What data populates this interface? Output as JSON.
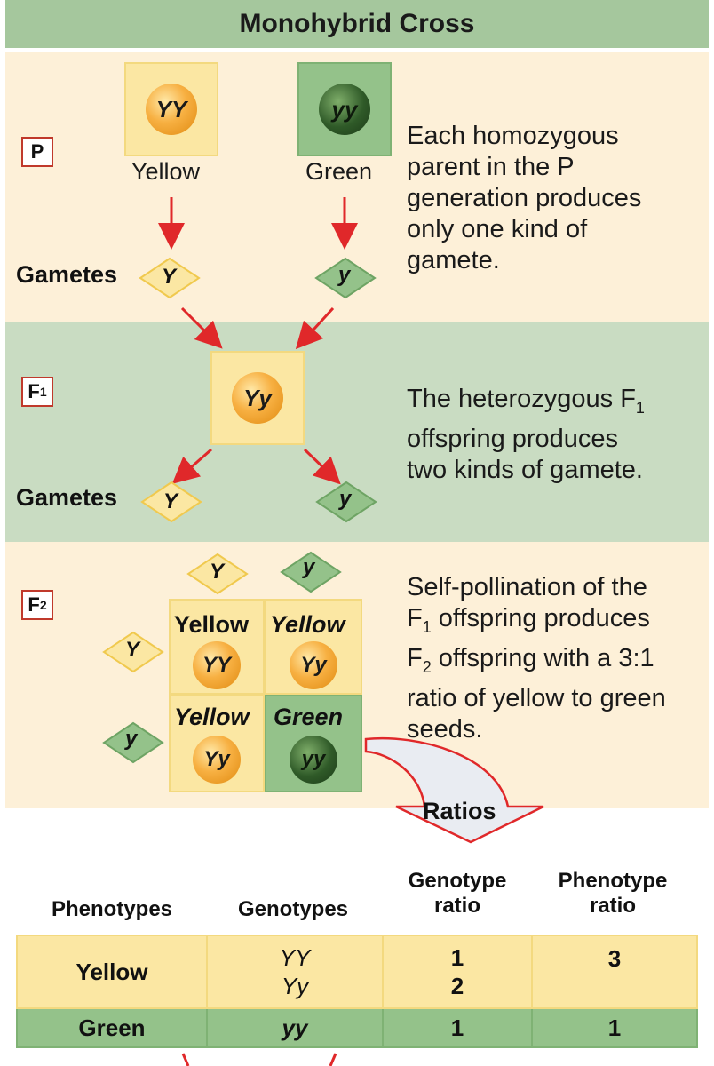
{
  "title": "Monohybrid Cross",
  "colors": {
    "band_light": "#fdf0d8",
    "band_green": "#c9dcc2",
    "yellow_square": "#fbe7a3",
    "green_square": "#94c28a",
    "arrow": "#e0282a",
    "label_border": "#c0392b"
  },
  "p_section": {
    "label": "P",
    "parents": [
      {
        "genotype": "YY",
        "phenotype": "Yellow"
      },
      {
        "genotype": "yy",
        "phenotype": "Green"
      }
    ],
    "gametes_label": "Gametes",
    "gametes": [
      "Y",
      "y"
    ],
    "description": [
      "Each homozygous",
      "parent in the P",
      "generation produces",
      "only one kind of",
      "gamete."
    ]
  },
  "f1_section": {
    "label": "F",
    "label_sub": "1",
    "offspring": "Yy",
    "gametes_label": "Gametes",
    "gametes": [
      "Y",
      "y"
    ],
    "description": {
      "line1": "The heterozygous F",
      "line1_sub": "1",
      "line2": "offspring produces",
      "line3": "two kinds of gamete."
    }
  },
  "f2_section": {
    "label": "F",
    "label_sub": "2",
    "top_gametes": [
      "Y",
      "y"
    ],
    "side_gametes": [
      "Y",
      "y"
    ],
    "cells": [
      {
        "phenotype": "Yellow",
        "genotype": "YY"
      },
      {
        "phenotype": "Yellow",
        "genotype": "Yy"
      },
      {
        "phenotype": "Yellow",
        "genotype": "Yy"
      },
      {
        "phenotype": "Green",
        "genotype": "yy"
      }
    ],
    "description": {
      "line1": "Self-pollination of the",
      "line2_pre": "F",
      "line2_sub": "1",
      "line2_post": " offspring produces",
      "line3_pre": "F",
      "line3_sub": "2",
      "line3_post": " offspring with a 3:1",
      "line4": "ratio of yellow to green",
      "line5": "seeds."
    },
    "ratios_label": "Ratios"
  },
  "ratio_table": {
    "headers": {
      "phenotypes": "Phenotypes",
      "genotypes": "Genotypes",
      "genotype_ratio": "Genotype ratio",
      "phenotype_ratio": "Phenotype ratio"
    },
    "rows": [
      {
        "phenotype": "Yellow",
        "genotypes": [
          "YY",
          "Yy"
        ],
        "genotype_ratios": [
          "1",
          "2"
        ],
        "phenotype_ratio": "3"
      },
      {
        "phenotype": "Green",
        "genotypes": [
          "yy"
        ],
        "genotype_ratios": [
          "1"
        ],
        "phenotype_ratio": "1"
      }
    ]
  }
}
